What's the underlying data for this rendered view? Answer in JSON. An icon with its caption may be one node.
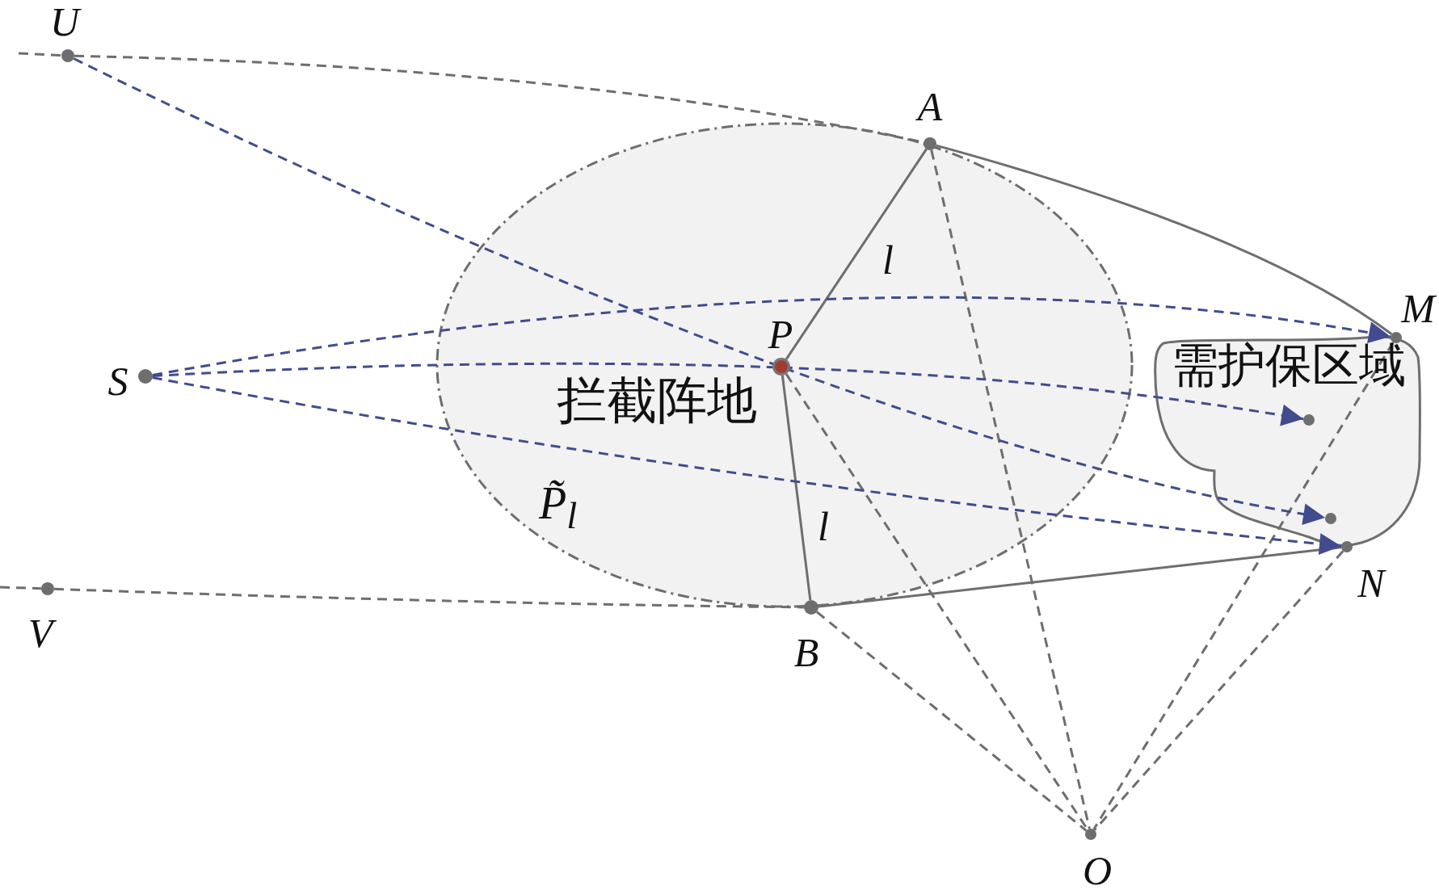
{
  "diagram": {
    "nodes": [
      {
        "text": [],
        "shape": "circle",
        "beside": [
          "U"
        ]
      },
      {
        "text": [],
        "shape": "circle",
        "beside": [
          "A"
        ]
      },
      {
        "text": [
          "拦截阵地",
          "P̃$_{l}$"
        ]
      },
      {
        "text": [],
        "shape": "circle",
        "beside": [
          "M"
        ]
      },
      {
        "text": [],
        "shape": "circle",
        "beside": [
          "S"
        ]
      },
      {
        "text": [],
        "shape": "circle",
        "beside": [
          "P"
        ],
        "in": 2
      },
      {
        "text": [
          "需护保区域"
        ]
      },
      {
        "text": [],
        "shape": "circle",
        "in": 6
      },
      {
        "text": [],
        "shape": "circle",
        "in": 6
      },
      {
        "text": [],
        "shape": "circle",
        "beside": [
          "N"
        ]
      },
      {
        "text": [],
        "shape": "circle",
        "beside": [
          "V"
        ]
      },
      {
        "text": [],
        "shape": "circle",
        "beside": [
          "B"
        ]
      },
      {
        "text": [],
        "shape": "circle",
        "beside": [
          "O"
        ]
      }
    ],
    "edges": [
      {
        "from": null,
        "to": 0,
        "arrow": "none",
        "style": "dashed"
      },
      {
        "from": 0,
        "to": 1,
        "arrow": "none",
        "style": "dashed"
      },
      {
        "from": null,
        "to": 10,
        "arrow": "none",
        "style": "dashed"
      },
      {
        "from": 10,
        "to": 11,
        "arrow": "none",
        "style": "dashed"
      },
      {
        "from": 5,
        "to": 1,
        "arrow": "none",
        "label": "l"
      },
      {
        "from": 5,
        "to": 11,
        "arrow": "none",
        "label": "l"
      },
      {
        "from": 1,
        "to": 3,
        "arrow": "none"
      },
      {
        "from": 11,
        "to": 9,
        "arrow": "none"
      },
      {
        "from": 1,
        "to": 12,
        "arrow": "none",
        "style": "dashed"
      },
      {
        "from": 5,
        "to": 12,
        "arrow": "none",
        "style": "dashed"
      },
      {
        "from": 11,
        "to": 12,
        "arrow": "none",
        "style": "dashed"
      },
      {
        "from": 3,
        "to": 12,
        "arrow": "none",
        "style": "dashed"
      },
      {
        "from": 9,
        "to": 12,
        "arrow": "none",
        "style": "dashed"
      },
      {
        "from": 0,
        "to": 8,
        "arrow": "to",
        "style": "dashed",
        "color": "#414c8e"
      },
      {
        "from": 4,
        "to": 3,
        "arrow": "to",
        "style": "dashed",
        "color": "#414c8e"
      },
      {
        "from": 4,
        "to": 7,
        "arrow": "to",
        "style": "dashed",
        "color": "#414c8e"
      },
      {
        "from": 4,
        "to": 9,
        "arrow": "to",
        "style": "dashed",
        "color": "#414c8e"
      }
    ]
  }
}
